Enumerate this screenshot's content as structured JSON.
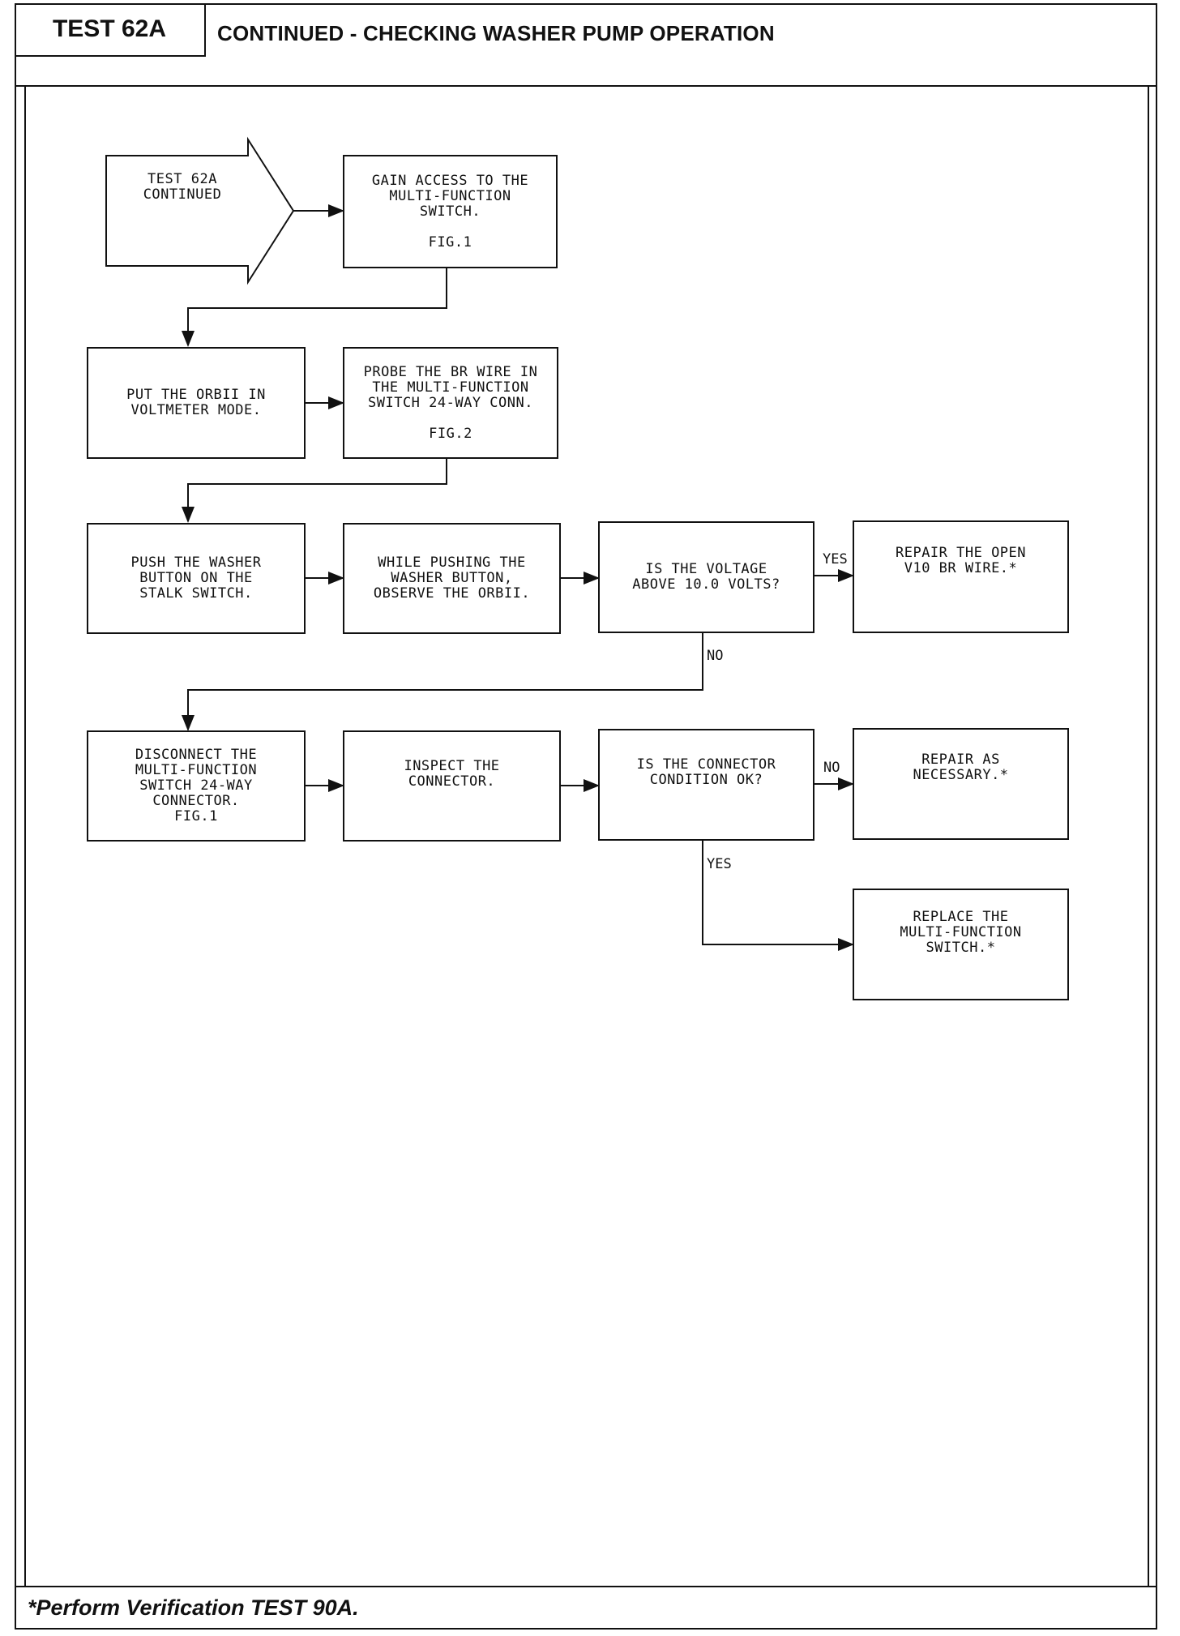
{
  "header": {
    "test_label": "TEST 62A",
    "title": "CONTINUED - CHECKING WASHER PUMP OPERATION"
  },
  "footer": {
    "note": "*Perform Verification TEST 90A."
  },
  "flow": {
    "start": "TEST 62A\nCONTINUED",
    "gain_access": "GAIN ACCESS TO THE\nMULTI-FUNCTION\nSWITCH.\n\nFIG.1",
    "put_orbii": "PUT THE ORBII IN\nVOLTMETER MODE.",
    "probe_br": "PROBE THE BR WIRE IN\nTHE MULTI-FUNCTION\nSWITCH 24-WAY CONN.\n\nFIG.2",
    "push_washer": "PUSH THE WASHER\nBUTTON ON THE\nSTALK SWITCH.",
    "while_pushing": "WHILE PUSHING THE\nWASHER BUTTON,\nOBSERVE THE ORBII.",
    "voltage_question": "IS THE VOLTAGE\nABOVE 10.0 VOLTS?",
    "repair_open": "REPAIR THE OPEN\nV10 BR WIRE.*",
    "disconnect": "DISCONNECT THE\nMULTI-FUNCTION\nSWITCH 24-WAY\nCONNECTOR.\nFIG.1",
    "inspect": "INSPECT THE\nCONNECTOR.",
    "connector_question": "IS THE CONNECTOR\nCONDITION OK?",
    "repair_necessary": "REPAIR AS\nNECESSARY.*",
    "replace_switch": "REPLACE THE\nMULTI-FUNCTION\nSWITCH.*"
  },
  "labels": {
    "yes_voltage": "YES",
    "no_voltage": "NO",
    "no_connector": "NO",
    "yes_connector": "YES"
  }
}
